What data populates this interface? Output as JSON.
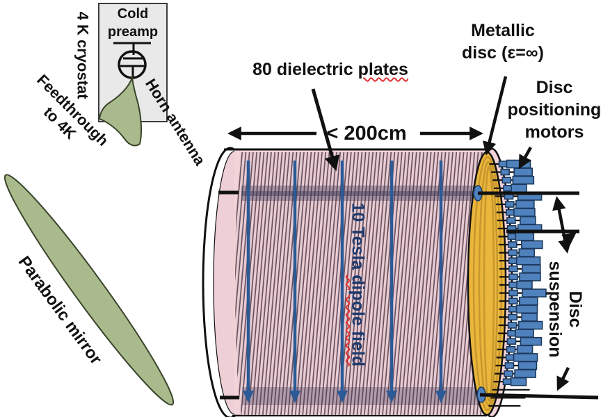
{
  "labels": {
    "cryostat": "4 K cryostat",
    "cold_preamp_line1": "Cold",
    "cold_preamp_line2": "preamp",
    "horn_antenna": "Horn antenna",
    "feedthrough_line1": "Feedthrough",
    "feedthrough_line2": "to 4K",
    "parabolic_mirror": "Parabolic mirror",
    "dielectric_plates_prefix": "80 dielectric ",
    "dielectric_plates_flagged": "plates",
    "length_label": "< 200cm",
    "dipole_field_prefix": "10 Tesla ",
    "dipole_field_flagged": "dipole field",
    "metallic_disc_line1": "Metallic",
    "metallic_disc_line2": "disc (ε=∞)",
    "motors_line1": "Disc",
    "motors_line2": "positioning",
    "motors_line3": "motors",
    "suspension_line1": "Disc",
    "suspension_line2": "suspension"
  },
  "colors": {
    "shell_pink": "#f2d3d8",
    "plates_pink": "#e7ccd3",
    "cap_pink": "#eecfd5",
    "hatch_line": "#4a2f3d",
    "band_dark": "#3f3a57",
    "field_blue": "#2b5a96",
    "field_text_navy": "#1e3a6d",
    "disc_yellow": "#ebb63c",
    "disc_stripe": "#c6972c",
    "motor_blue": "#4f81bd",
    "motor_edge": "#1c3a5e",
    "green": "#a9ba8c",
    "green_edge": "#39442b",
    "box_gray": "#e9e9e9",
    "outline_black": "#111111",
    "underline_red": "#e03030"
  }
}
